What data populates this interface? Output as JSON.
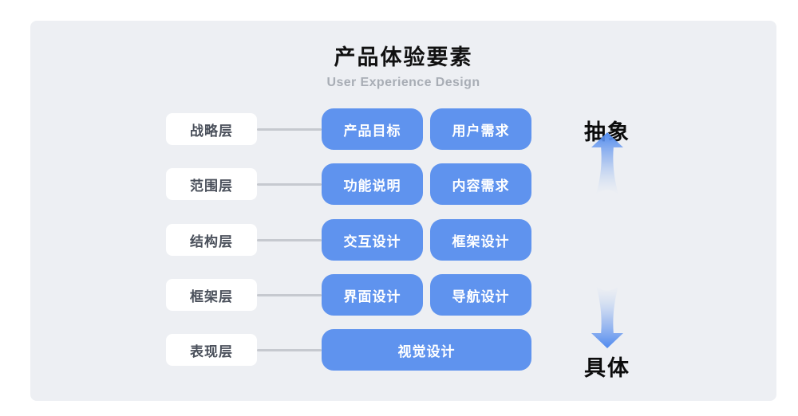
{
  "title": "产品体验要素",
  "subtitle": "User Experience Design",
  "layers": [
    {
      "layer": "战略层",
      "items": [
        "产品目标",
        "用户需求"
      ]
    },
    {
      "layer": "范围层",
      "items": [
        "功能说明",
        "内容需求"
      ]
    },
    {
      "layer": "结构层",
      "items": [
        "交互设计",
        "框架设计"
      ]
    },
    {
      "layer": "框架层",
      "items": [
        "界面设计",
        "导航设计"
      ]
    },
    {
      "layer": "表现层",
      "items": [
        "视觉设计"
      ]
    }
  ],
  "axis": {
    "top_label": "抽象",
    "bottom_label": "具体",
    "up_arrow_icon": "up-arrow-gradient",
    "down_arrow_icon": "down-arrow-gradient"
  },
  "colors": {
    "panel_bg": "#edeff3",
    "box_blue": "#5f93ee",
    "box_text": "#ffffff",
    "label_bg": "#ffffff",
    "label_text": "#4a505b",
    "connector": "#c6c9cf",
    "title_color": "#111111",
    "subtitle_color": "#a8adb5",
    "axis_text": "#0c0c0c",
    "arrow_blue": "#4e89ef"
  }
}
